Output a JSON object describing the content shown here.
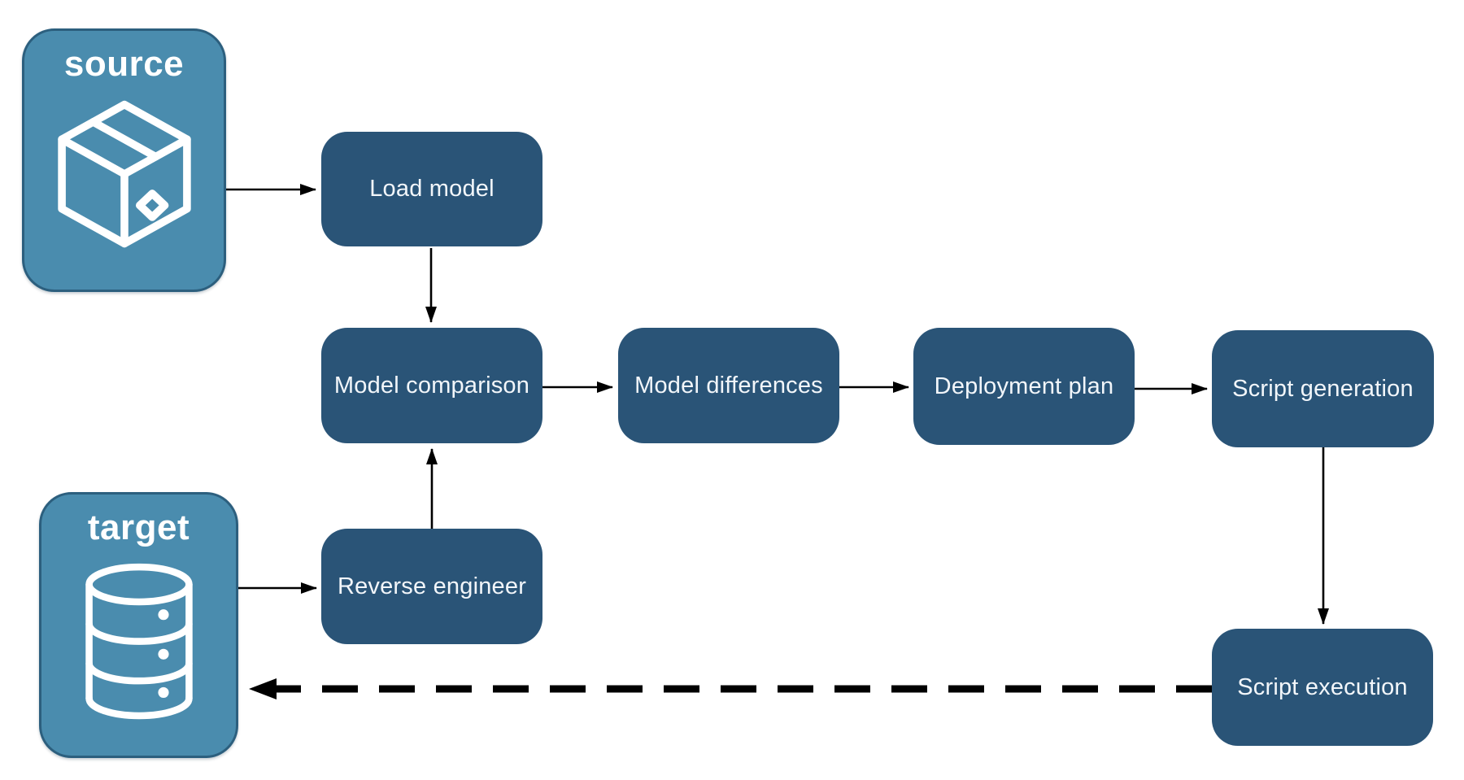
{
  "diagram": {
    "colors": {
      "canvas_bg": "#FFFFFF",
      "node_fill": "#2A5477",
      "node_text": "#F2F6FA",
      "endpoint_fill": "#4A8CAE",
      "endpoint_border": "#2C5F7E",
      "arrow": "#000000"
    },
    "endpoints": {
      "source": {
        "label": "source",
        "icon": "package-icon"
      },
      "target": {
        "label": "target",
        "icon": "database-icon"
      }
    },
    "nodes": {
      "load_model": {
        "label": "Load model"
      },
      "model_comparison": {
        "label": "Model comparison"
      },
      "model_differences": {
        "label": "Model differences"
      },
      "deployment_plan": {
        "label": "Deployment plan"
      },
      "script_generation": {
        "label": "Script generation"
      },
      "reverse_engineer": {
        "label": "Reverse engineer"
      },
      "script_execution": {
        "label": "Script execution"
      }
    },
    "connections": [
      {
        "from": "source",
        "to": "load_model",
        "style": "solid"
      },
      {
        "from": "load_model",
        "to": "model_comparison",
        "style": "solid"
      },
      {
        "from": "model_comparison",
        "to": "model_differences",
        "style": "solid"
      },
      {
        "from": "model_differences",
        "to": "deployment_plan",
        "style": "solid"
      },
      {
        "from": "deployment_plan",
        "to": "script_generation",
        "style": "solid"
      },
      {
        "from": "script_generation",
        "to": "script_execution",
        "style": "solid"
      },
      {
        "from": "target",
        "to": "reverse_engineer",
        "style": "solid"
      },
      {
        "from": "reverse_engineer",
        "to": "model_comparison",
        "style": "solid"
      },
      {
        "from": "script_execution",
        "to": "target",
        "style": "dashed"
      }
    ]
  }
}
